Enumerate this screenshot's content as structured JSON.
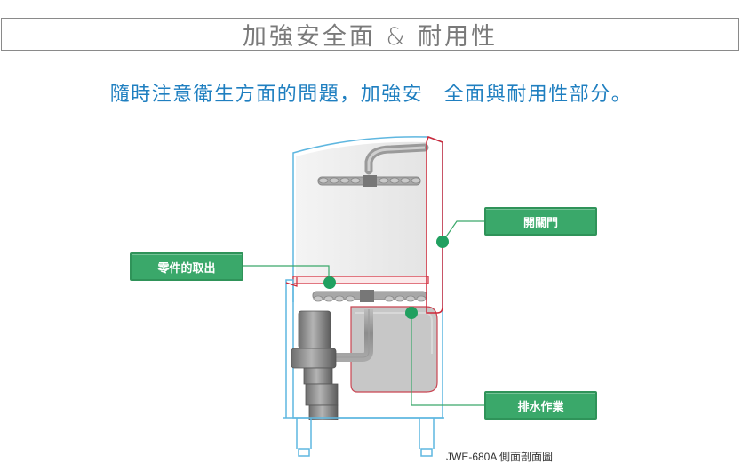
{
  "header": {
    "title": "加強安全面 & 耐用性"
  },
  "subtitle": "隨時注意衛生方面的問題，加強安　全面與耐用性部分。",
  "callouts": {
    "door": "開關門",
    "parts": "零件的取出",
    "drain": "排水作業"
  },
  "caption": "JWE-680A 側面剖面圖",
  "colors": {
    "accent_blue": "#1f7fc0",
    "callout_green": "#3aa86a",
    "outline_blue": "#5fb7e0",
    "door_red": "#d0293a"
  }
}
